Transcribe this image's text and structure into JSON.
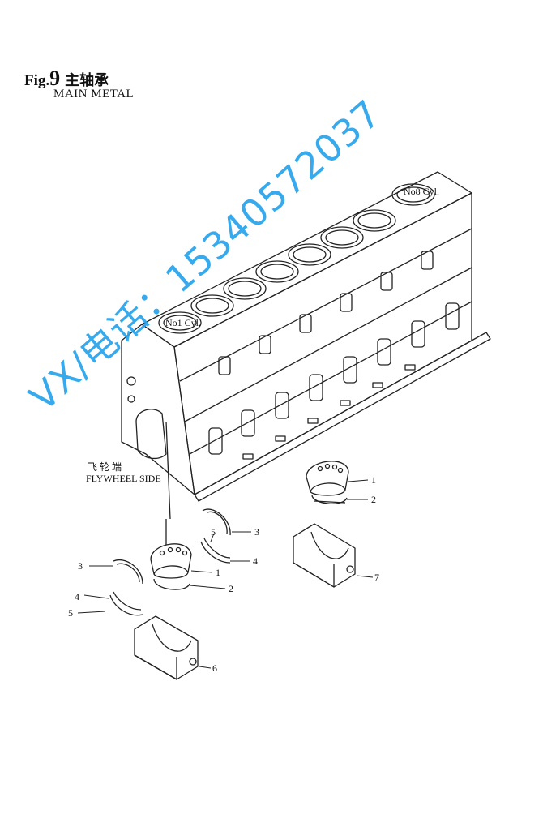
{
  "figure": {
    "prefix": "Fig.",
    "number": "9",
    "title_cn": "主轴承",
    "title_en": "MAIN METAL"
  },
  "block_labels": {
    "cyl_first": "No1 Cyl.",
    "cyl_last": "No8 Cyl.",
    "flywheel_cn": "飞 轮 端",
    "flywheel_en": "FLYWHEEL SIDE"
  },
  "callouts": [
    "1",
    "2",
    "3",
    "4",
    "5",
    "1",
    "2",
    "3",
    "4",
    "5",
    "6",
    "7"
  ],
  "watermark": "VX/电话：15340572037"
}
